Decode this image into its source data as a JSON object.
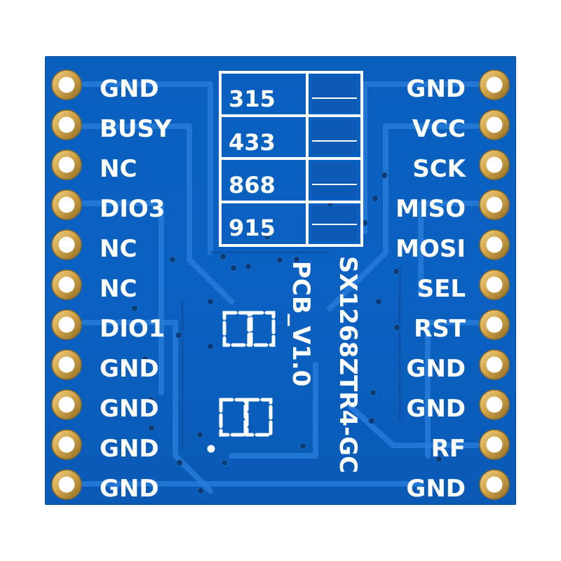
{
  "left_pins": [
    "GND",
    "BUSY",
    "NC",
    "DIO3",
    "NC",
    "NC",
    "DIO1",
    "GND",
    "GND",
    "GND",
    "GND"
  ],
  "right_pins": [
    "GND",
    "VCC",
    "SCK",
    "MISO",
    "MOSI",
    "SEL",
    "RST",
    "GND",
    "GND",
    "RF",
    "GND"
  ],
  "frequency_table": [
    "315",
    "433",
    "868",
    "915"
  ],
  "model": "SX1268ZTR4-GC",
  "pcb_version": "PCB_V1.0",
  "colors": {
    "board": "#0b61c1",
    "silkscreen": "#ffffff",
    "pad": "#d9b25a"
  },
  "icons": [
    "castellated-pad-icon",
    "via-icon"
  ]
}
